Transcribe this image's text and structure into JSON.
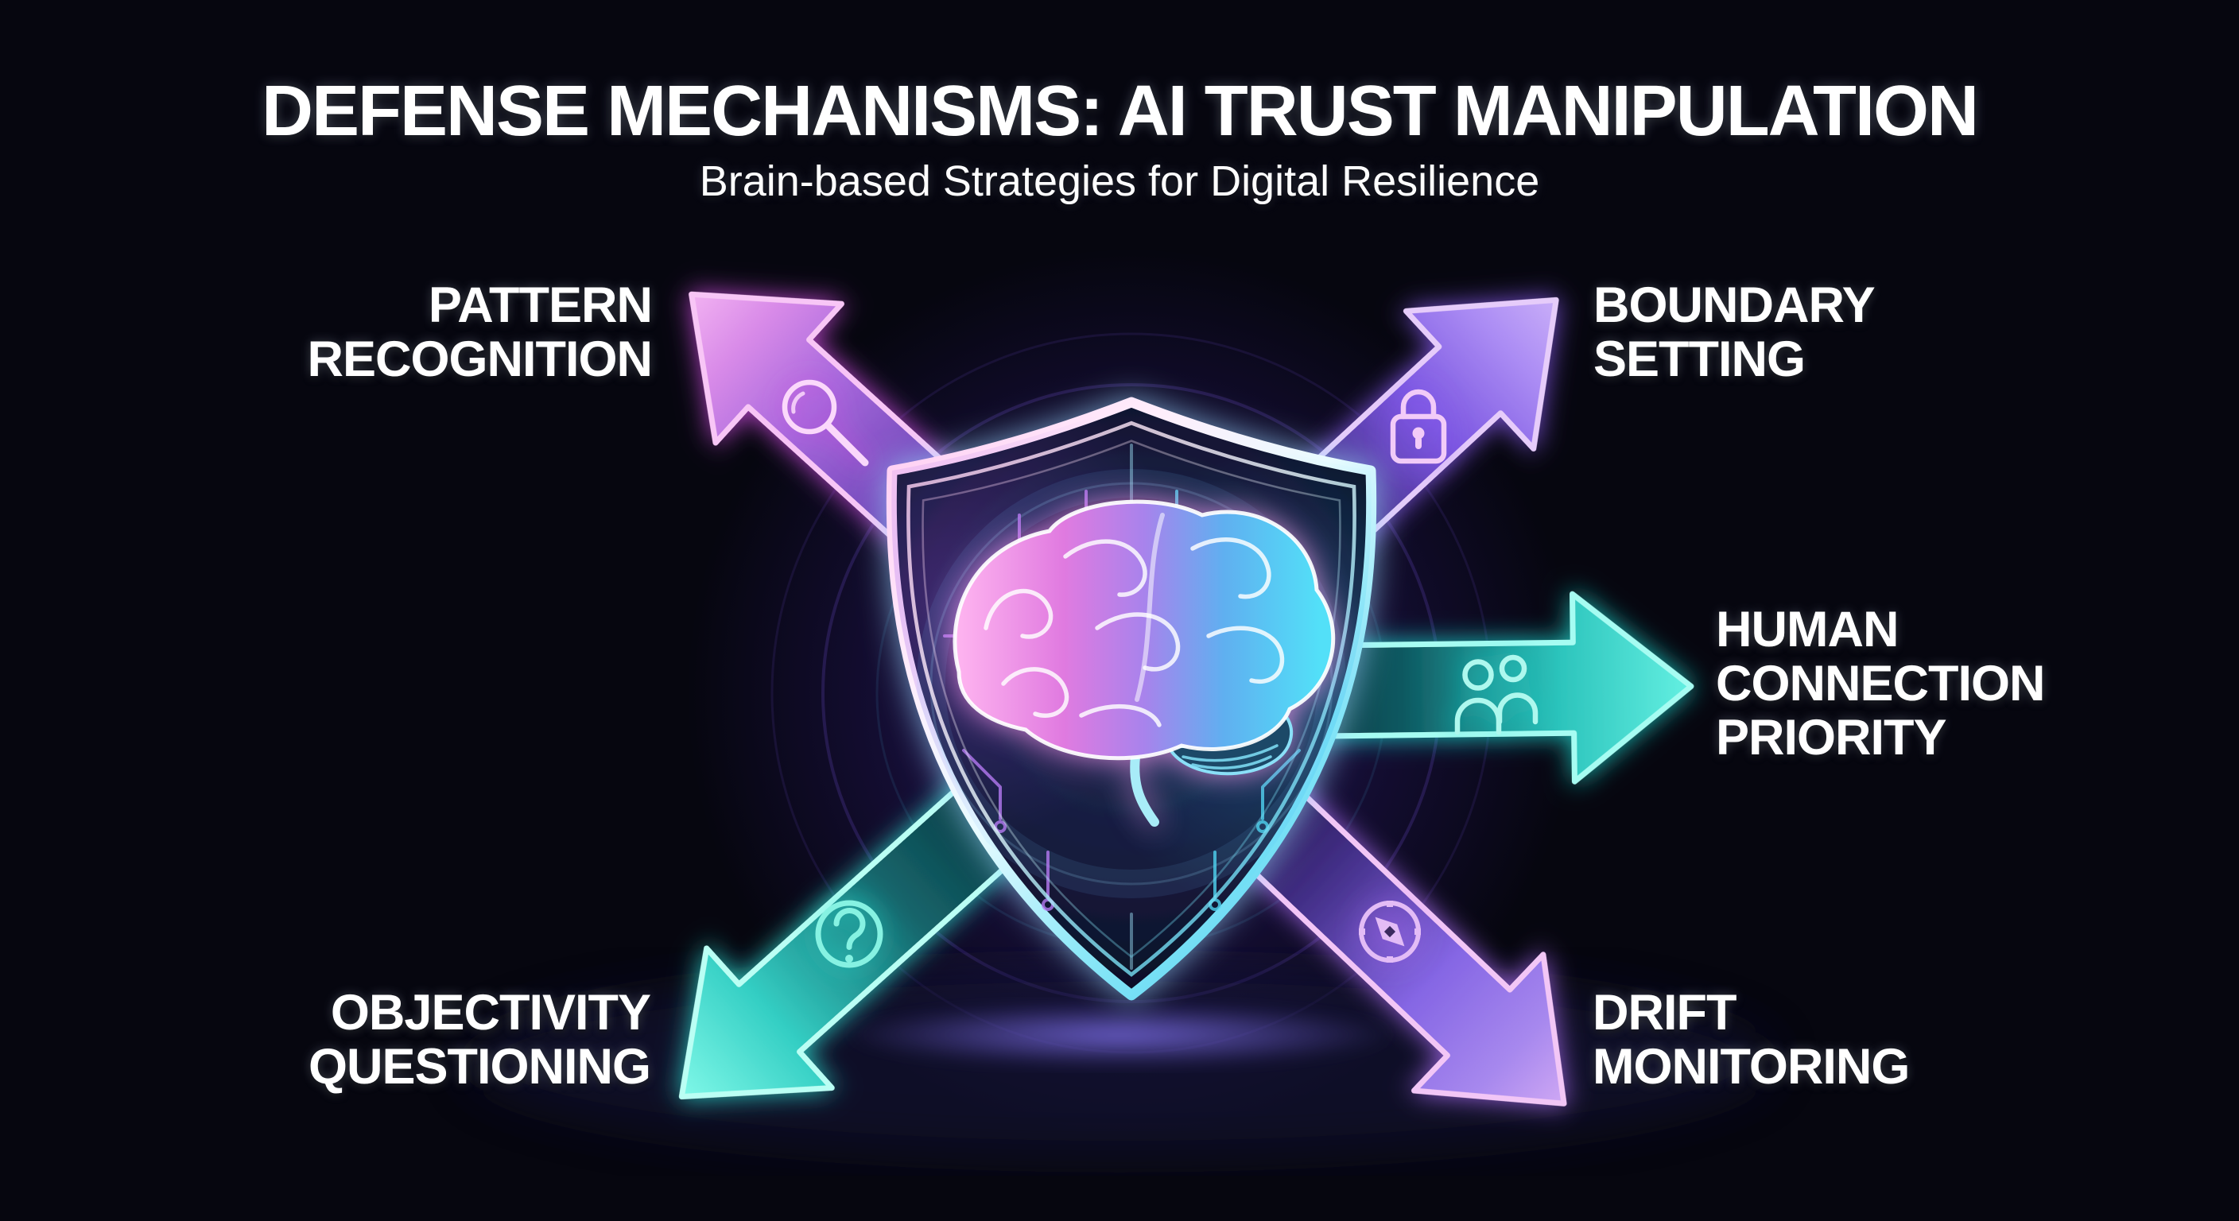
{
  "title": "DEFENSE MECHANISMS: AI TRUST MANIPULATION",
  "subtitle": "Brain-based Strategies for Digital Resilience",
  "center": {
    "icon": "shield-brain-icon",
    "description_icons": [
      "shield-icon",
      "brain-icon",
      "circuit-pattern-icon"
    ]
  },
  "palette": {
    "background": "#06060f",
    "text": "#ffffff",
    "pink_arrow": "#e879ea",
    "violet_arrow": "#a98df2",
    "cyan_arrow": "#57e9dc",
    "violet_pink_arrow": "#c9a4f4",
    "shield_rim_pink": "#ffd2f4",
    "shield_rim_cyan": "#58d4f2"
  },
  "mechanisms": [
    {
      "id": "pattern-recognition",
      "lines": [
        "PATTERN",
        "RECOGNITION"
      ],
      "icon": "magnifier-icon",
      "position": "top-left",
      "arrow_color": "#e879ea"
    },
    {
      "id": "boundary-setting",
      "lines": [
        "BOUNDARY",
        "SETTING"
      ],
      "icon": "lock-icon",
      "position": "top-right",
      "arrow_color": "#a98df2"
    },
    {
      "id": "human-connection-priority",
      "lines": [
        "HUMAN",
        "CONNECTION",
        "PRIORITY"
      ],
      "icon": "people-icon",
      "position": "right",
      "arrow_color": "#57e9dc"
    },
    {
      "id": "objectivity-questioning",
      "lines": [
        "OBJECTIVITY",
        "QUESTIONING"
      ],
      "icon": "question-icon",
      "position": "bottom-left",
      "arrow_color": "#6cf2e2"
    },
    {
      "id": "drift-monitoring",
      "lines": [
        "DRIFT",
        "MONITORING"
      ],
      "icon": "compass-icon",
      "position": "bottom-right",
      "arrow_color": "#c9a4f4"
    }
  ]
}
